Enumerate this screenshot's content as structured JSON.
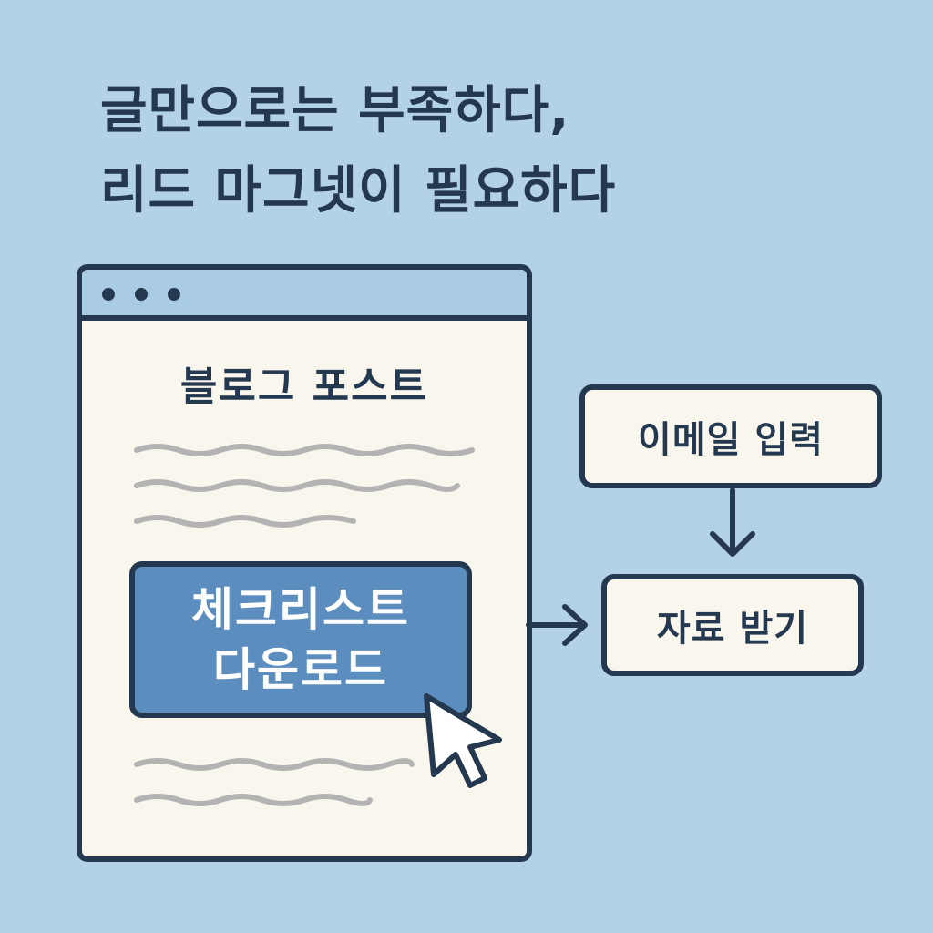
{
  "headline": {
    "line1": "글만으로는 부족하다,",
    "line2": "리드 마그넷이 필요하다"
  },
  "browser_window": {
    "post_title": "블로그 포스트",
    "cta": {
      "line1": "체크리스트",
      "line2": "다운로드"
    }
  },
  "flow": {
    "email_step": "이메일 입력",
    "receive_step": "자료 받기"
  },
  "colors": {
    "background": "#b4d2e6",
    "dark": "#24384f",
    "cta_fill": "#5b8dbf",
    "paper": "#f9f6ee",
    "titlebar": "#aacbe4",
    "text_lines": "#b3b3b3"
  },
  "icons": [
    "window-dot-icon",
    "mouse-pointer-icon",
    "arrow-right-icon",
    "arrow-down-icon"
  ]
}
